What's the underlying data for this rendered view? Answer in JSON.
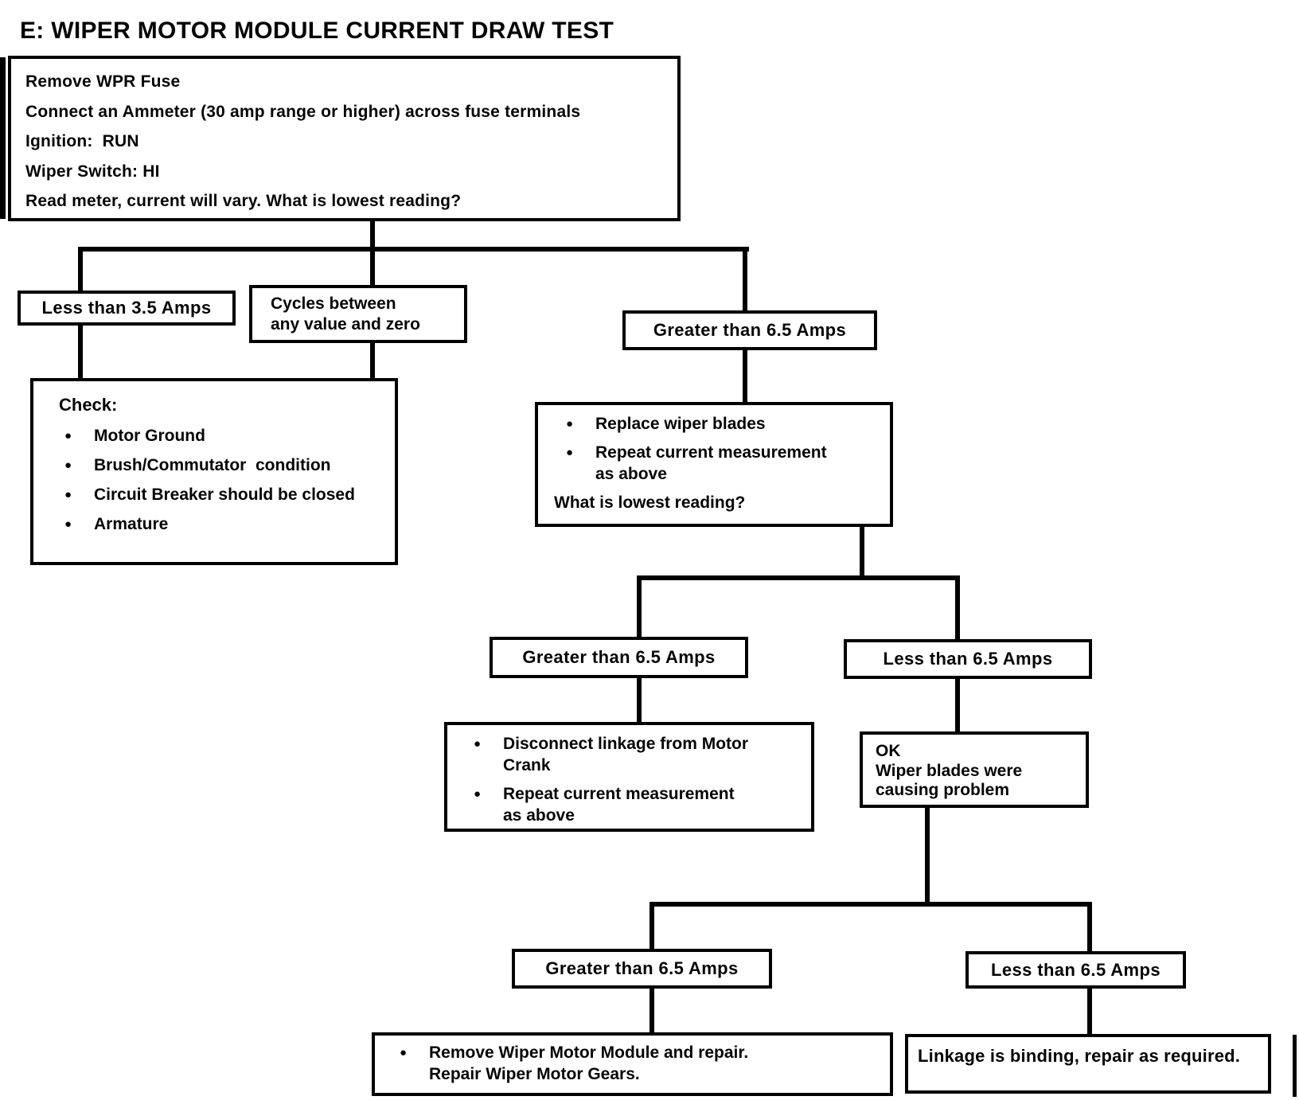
{
  "title": "E: WIPER MOTOR MODULE CURRENT DRAW TEST",
  "glyphs": {
    "bullet": "●"
  },
  "colors": {
    "ink": "#000000",
    "paper": "#ffffff"
  },
  "nodes": {
    "start": {
      "lines": [
        "Remove WPR Fuse",
        "Connect an Ammeter (30 amp range or higher) across fuse terminals",
        "Ignition:  RUN",
        "Wiper Switch: HI",
        "Read meter, current will vary. What is lowest reading?"
      ]
    },
    "less_3_5": {
      "label": "Less than 3.5 Amps"
    },
    "cycles": {
      "line1": "Cycles between",
      "line2": "any value and zero"
    },
    "check": {
      "title": "Check:",
      "bullets": [
        "Motor Ground",
        "Brush/Commutator  condition",
        "Circuit Breaker should be closed",
        "Armature"
      ]
    },
    "greater_6_5_a": {
      "label": "Greater than 6.5 Amps"
    },
    "replace": {
      "items": [
        [
          "Replace wiper blades"
        ],
        [
          "Repeat current measurement",
          "as above"
        ]
      ],
      "question": "What is lowest reading?"
    },
    "greater_6_5_b": {
      "label": "Greater than 6.5 Amps"
    },
    "less_6_5_b": {
      "label": "Less than 6.5 Amps"
    },
    "disconnect": {
      "items": [
        [
          "Disconnect linkage from Motor",
          "Crank"
        ],
        [
          "Repeat current measurement",
          "as above"
        ]
      ]
    },
    "ok": {
      "lines": [
        "OK",
        "Wiper blades were",
        "causing problem"
      ]
    },
    "greater_6_5_c": {
      "label": "Greater than 6.5 Amps"
    },
    "less_6_5_c": {
      "label": "Less than 6.5 Amps"
    },
    "remove_module": {
      "item": [
        "Remove Wiper Motor Module and repair.",
        "Repair Wiper Motor Gears."
      ]
    },
    "linkage_binding": {
      "label": "Linkage is binding, repair as required."
    }
  },
  "edges": [
    {
      "from": "start",
      "to": "less_3_5"
    },
    {
      "from": "start",
      "to": "cycles"
    },
    {
      "from": "start",
      "to": "greater_6_5_a"
    },
    {
      "from": "less_3_5",
      "to": "check"
    },
    {
      "from": "cycles",
      "to": "check"
    },
    {
      "from": "greater_6_5_a",
      "to": "replace"
    },
    {
      "from": "replace",
      "to": "greater_6_5_b"
    },
    {
      "from": "replace",
      "to": "less_6_5_b"
    },
    {
      "from": "greater_6_5_b",
      "to": "disconnect"
    },
    {
      "from": "less_6_5_b",
      "to": "ok"
    },
    {
      "from": "ok",
      "to": "greater_6_5_c"
    },
    {
      "from": "ok",
      "to": "less_6_5_c"
    },
    {
      "from": "greater_6_5_c",
      "to": "remove_module"
    },
    {
      "from": "less_6_5_c",
      "to": "linkage_binding"
    }
  ]
}
